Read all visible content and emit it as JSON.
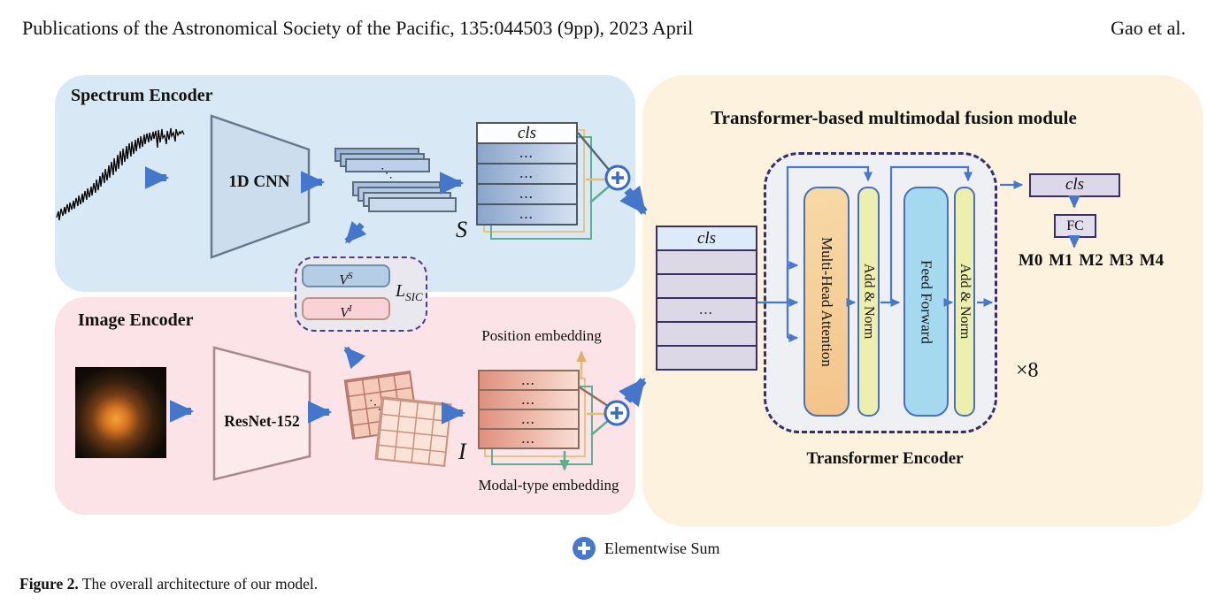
{
  "header": {
    "left": "Publications of the Astronomical Society of the Pacific, 135:044503 (9pp), 2023 April",
    "right": "Gao et al."
  },
  "spectrum_encoder": {
    "title": "Spectrum Encoder",
    "cnn_label": "1D CNN",
    "diag_dots": "⋱",
    "stack_cls": "cls",
    "dots": "...",
    "matrix_label": "S"
  },
  "image_encoder": {
    "title": "Image Encoder",
    "cnn_label": "ResNet-152",
    "diag_dots": "⋱",
    "dots": "...",
    "matrix_label": "I",
    "position_embedding": "Position embedding",
    "modal_embedding": "Modal-type embedding"
  },
  "sic": {
    "vs": {
      "base": "V",
      "sup": "S"
    },
    "vi": {
      "base": "V",
      "sup": "I"
    },
    "loss": {
      "base": "L",
      "sub": "SIC"
    }
  },
  "fusion": {
    "title": "Transformer-based multimodal fusion module",
    "stack_cls": "cls",
    "stack_dots": "...",
    "blocks": [
      "Multi-Head Attention",
      "Add & Norm",
      "Feed Forward",
      "Add & Norm"
    ],
    "encoder_label": "Transformer Encoder",
    "repeat_label": "×8",
    "out_cls": "cls",
    "fc_label": "FC",
    "class_outputs": "M0 M1 M2 M3 M4"
  },
  "legend": {
    "sum_label": "Elementwise Sum",
    "sum_icon": "circled-plus"
  },
  "caption": {
    "prefix": "Figure 2.",
    "text": " The overall architecture of our model."
  },
  "colors": {
    "panel_spectrum": "#d9e8f5",
    "panel_image": "#fce3e7",
    "panel_fusion": "#fcf2de",
    "arrow_blue": "#4477cb",
    "embedding_yellow": "#e4bc7c",
    "embedding_green": "#5fae92",
    "dashed_purple": "#3b2e68",
    "mha_orange": "#f5cd97",
    "addnorm_yellow": "#edefae",
    "feedforward_blue": "#a5d9f0"
  }
}
